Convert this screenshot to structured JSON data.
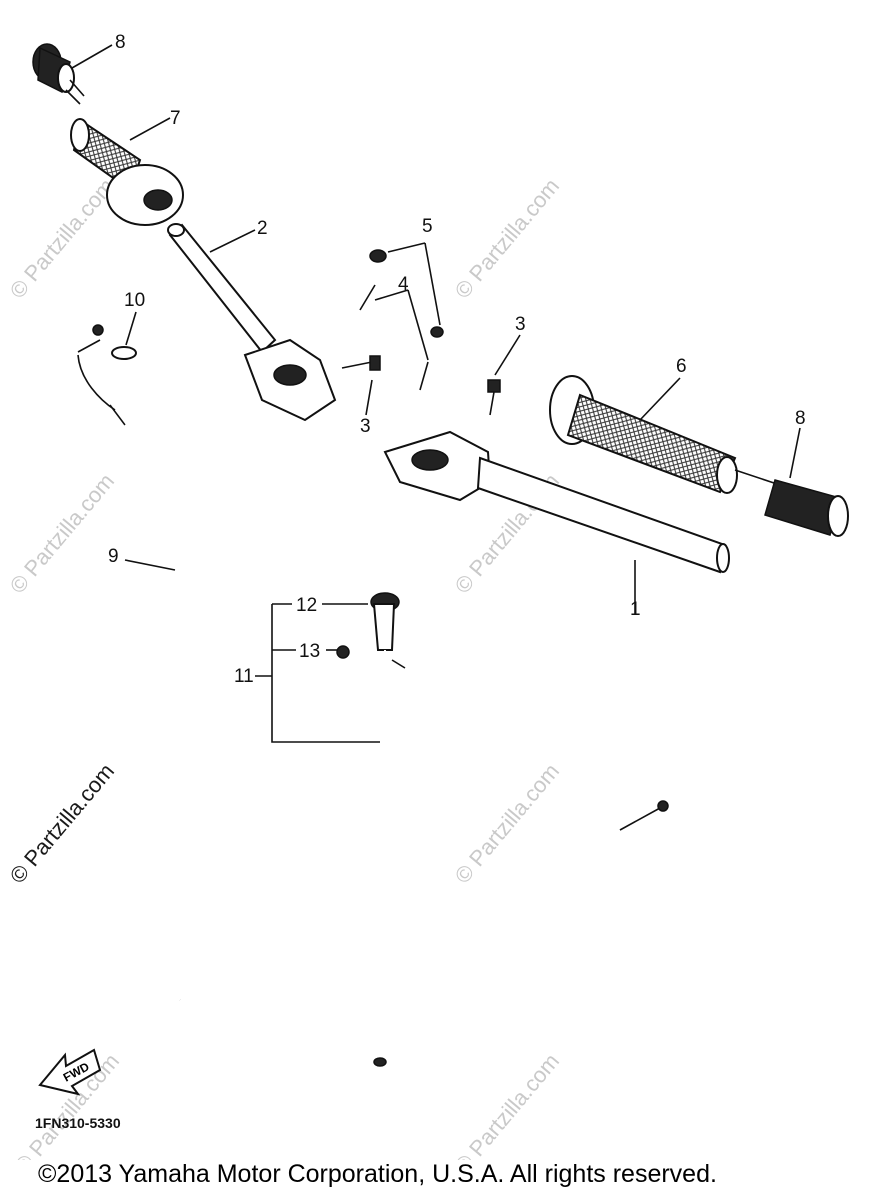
{
  "diagram": {
    "callouts": {
      "c1": "1",
      "c2": "2",
      "c3a": "3",
      "c3b": "3",
      "c4": "4",
      "c5": "5",
      "c6": "6",
      "c7": "7",
      "c8a": "8",
      "c8b": "8",
      "c9": "9",
      "c10": "10",
      "c11": "11",
      "c12": "12",
      "c13": "13"
    },
    "fwd_label": "FWD",
    "diagram_code": "1FN310-5330"
  },
  "watermark": {
    "text": "© Partzilla.com"
  },
  "footer": {
    "copyright": "©2013  Yamaha Motor Corporation, U.S.A. All rights reserved."
  }
}
